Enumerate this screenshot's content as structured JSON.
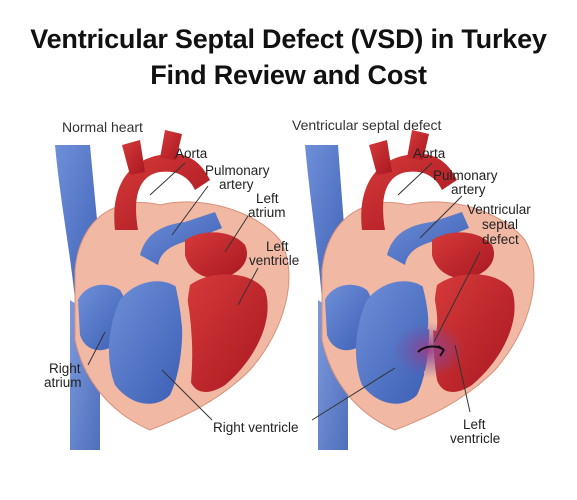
{
  "title": {
    "line1": "Ventricular Septal Defect (VSD) in Turkey",
    "line2": "Find Review and Cost"
  },
  "normal_heart": {
    "caption": "Normal heart",
    "labels": {
      "aorta": "Aorta",
      "pulmonary_artery_1": "Pulmonary",
      "pulmonary_artery_2": "artery",
      "left_atrium_1": "Left",
      "left_atrium_2": "atrium",
      "left_ventricle_1": "Left",
      "left_ventricle_2": "ventricle",
      "right_atrium_1": "Right",
      "right_atrium_2": "atrium"
    }
  },
  "shared": {
    "right_ventricle": "Right ventricle"
  },
  "vsd_heart": {
    "caption": "Ventricular septal defect",
    "labels": {
      "aorta": "Aorta",
      "pulmonary_artery_1": "Pulmonary",
      "pulmonary_artery_2": "artery",
      "vsd_1": "Ventricular",
      "vsd_2": "septal",
      "vsd_3": "defect",
      "left_ventricle_1": "Left",
      "left_ventricle_2": "ventricle"
    }
  },
  "colors": {
    "oxygenated": "#c8232c",
    "deoxygenated": "#4a6fc4",
    "muscle": "#f1b8a4",
    "mixing": "#8a3f8f"
  }
}
